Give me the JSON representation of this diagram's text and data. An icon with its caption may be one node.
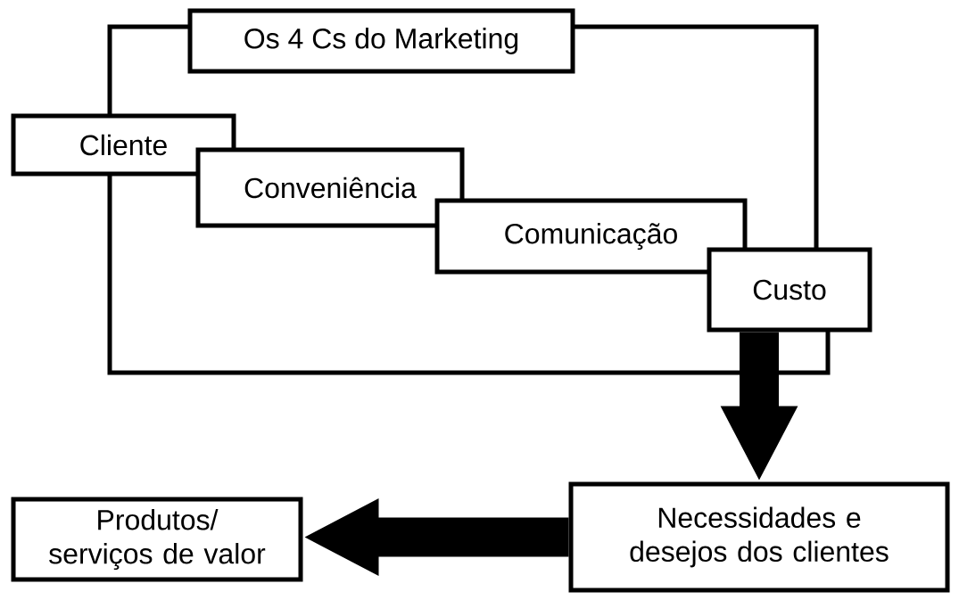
{
  "diagram": {
    "nodes": [
      {
        "text": [
          "Os 4 Cs do Marketing"
        ]
      },
      {
        "text": [
          "Cliente"
        ]
      },
      {
        "text": [
          "Conveniência"
        ]
      },
      {
        "text": [
          "Comunicação"
        ]
      },
      {
        "text": [
          "Custo"
        ]
      },
      {
        "text": [
          "Necessidades e desejos dos clientes"
        ]
      },
      {
        "text": [
          "Produtos/ serviços de valor"
        ]
      }
    ],
    "edges": [
      {
        "from": 4,
        "to": 5,
        "arrow": "to"
      },
      {
        "from": 5,
        "to": 6,
        "arrow": "to"
      }
    ]
  }
}
